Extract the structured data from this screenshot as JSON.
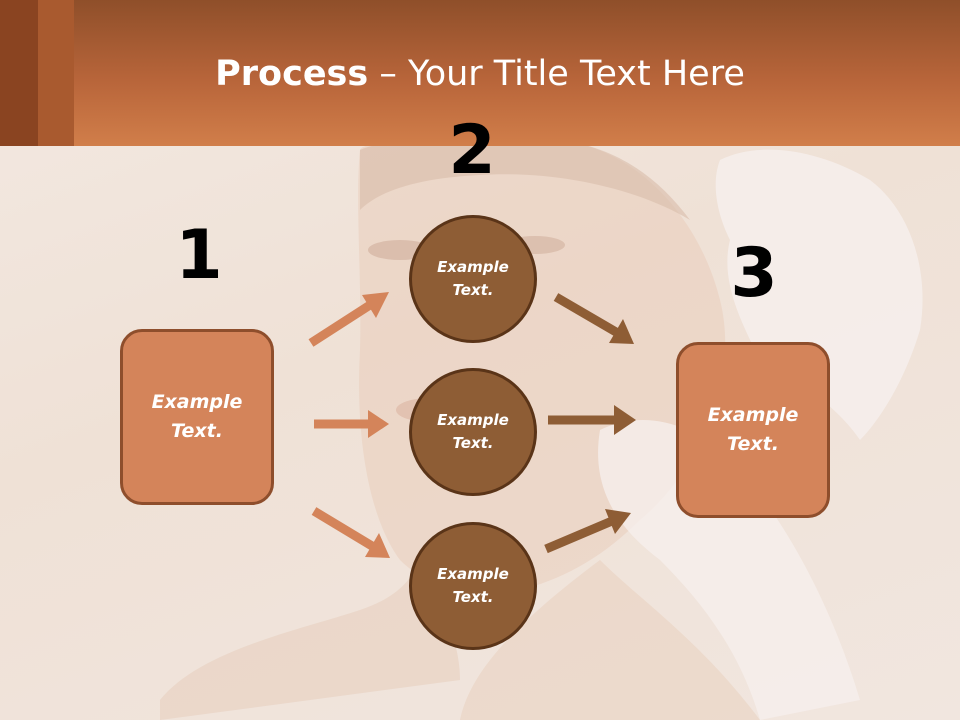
{
  "title": {
    "bold": "Process",
    "rest": " – Your Title Text Here"
  },
  "numbers": [
    "1",
    "2",
    "3"
  ],
  "left_box": {
    "text": "Example\nText."
  },
  "circles": [
    {
      "text": "Example\nText."
    },
    {
      "text": "Example\nText."
    },
    {
      "text": "Example\nText."
    }
  ],
  "right_box": {
    "text": "Example\nText."
  },
  "colors": {
    "header": "#c46f3f",
    "box_fill": "#d4845a",
    "circle_fill": "#8e5d35",
    "arrow_light": "#d4845a",
    "arrow_dark": "#8e5d35"
  }
}
